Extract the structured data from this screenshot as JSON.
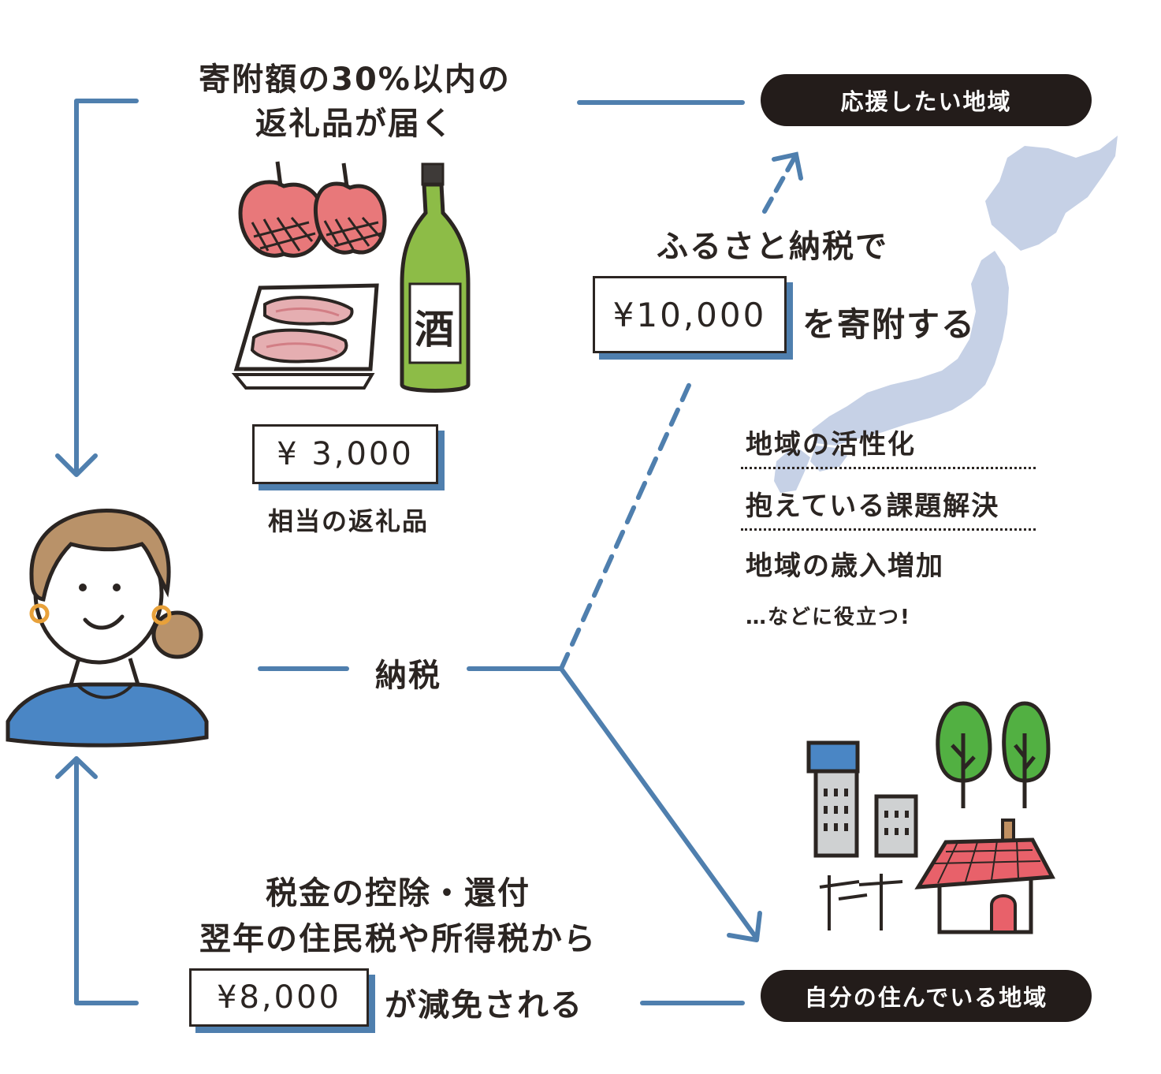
{
  "colors": {
    "line_blue": "#4f7fae",
    "map_blue": "#c6d1e6",
    "pill_bg": "#231c1a",
    "text": "#2b2522"
  },
  "top_flow": {
    "line1": "寄附額の30%以内の",
    "line2": "返礼品が届く"
  },
  "gift": {
    "amount": "¥ 3,000",
    "caption": "相当の返礼品",
    "sake_label": "酒"
  },
  "donation": {
    "line1": "ふるさと納税で",
    "amount": "¥10,000",
    "suffix": "を寄附する"
  },
  "benefits": {
    "items": [
      "地域の活性化",
      "抱えている課題解決",
      "地域の歳入増加"
    ],
    "note": "…などに役立つ!"
  },
  "pay": {
    "label": "納税"
  },
  "bottom_flow": {
    "line1": "税金の控除・還付",
    "line2": "翌年の住民税や所得税から",
    "amount": "¥8,000",
    "suffix": "が減免される"
  },
  "regions": {
    "support": "応援したい地域",
    "home": "自分の住んでいる地域"
  },
  "icons": [
    "person-icon",
    "apple-icon",
    "meat-tray-icon",
    "sake-bottle-icon",
    "japan-map-icon",
    "building-icon",
    "tree-icon",
    "house-icon"
  ]
}
